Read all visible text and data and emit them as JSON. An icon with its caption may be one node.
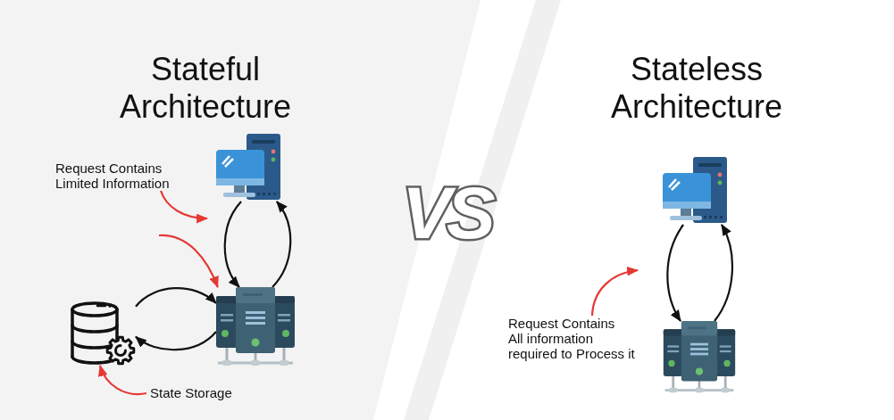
{
  "diagram": {
    "nodes": [
      {
        "text": [
          "Request Contains Limited Information"
        ]
      },
      {
        "text": [],
        "shape": "picture"
      },
      {
        "text": [],
        "shape": "picture"
      },
      {
        "text": [],
        "shape": "picture"
      },
      {
        "text": [
          "State Storage"
        ]
      },
      {
        "text": [],
        "shape": "picture"
      },
      {
        "text": [
          "Request Contains All information required to Process it"
        ]
      },
      {
        "text": [],
        "shape": "picture"
      }
    ],
    "edges": [
      {
        "from": 0,
        "to": null,
        "arrow": "to",
        "color": "#e53935"
      },
      {
        "from": null,
        "to": 3,
        "arrow": "to",
        "color": "#e53935"
      },
      {
        "from": 1,
        "to": 3,
        "arrow": "to"
      },
      {
        "from": 3,
        "to": 1,
        "arrow": "to"
      },
      {
        "from": 2,
        "to": 3,
        "arrow": "to"
      },
      {
        "from": 3,
        "to": 2,
        "arrow": "to"
      },
      {
        "from": 4,
        "to": 2,
        "arrow": "to",
        "color": "#e53935"
      },
      {
        "from": 5,
        "to": 7,
        "arrow": "to"
      },
      {
        "from": 7,
        "to": 5,
        "arrow": "to"
      },
      {
        "from": 6,
        "to": null,
        "arrow": "to",
        "color": "#e53935"
      }
    ],
    "labels": [
      "Stateful Architecture",
      "VS",
      "Stateless Architecture"
    ]
  }
}
